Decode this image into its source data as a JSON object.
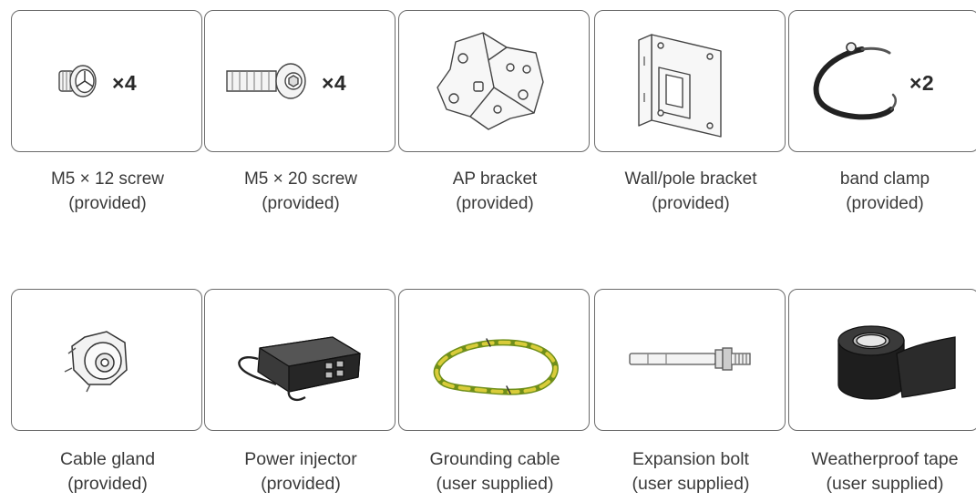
{
  "items": [
    {
      "name": "M5 × 12 screw",
      "note": "(provided)",
      "qty": "×4"
    },
    {
      "name": "M5 × 20 screw",
      "note": "(provided)",
      "qty": "×4"
    },
    {
      "name": "AP bracket",
      "note": "(provided)"
    },
    {
      "name": "Wall/pole bracket",
      "note": "(provided)"
    },
    {
      "name": "band clamp",
      "note": "(provided)",
      "qty": "×2"
    },
    {
      "name": "Cable gland",
      "note": "(provided)"
    },
    {
      "name": "Power injector",
      "note": "(provided)"
    },
    {
      "name": "Grounding cable",
      "note": "(user supplied)"
    },
    {
      "name": "Expansion bolt",
      "note": "(user supplied)"
    },
    {
      "name": "Weatherproof tape",
      "note": "(user supplied)"
    }
  ],
  "icons": [
    "m5x12-screw-icon",
    "m5x20-screw-icon",
    "ap-bracket-icon",
    "wall-pole-bracket-icon",
    "band-clamp-icon",
    "cable-gland-icon",
    "power-injector-icon",
    "grounding-cable-icon",
    "expansion-bolt-icon",
    "weatherproof-tape-icon"
  ],
  "colors": {
    "border": "#6b6b6b",
    "cable_green": "#b7cf3c",
    "cable_yellow": "#e3d23a",
    "tape": "#1e1e1e"
  }
}
